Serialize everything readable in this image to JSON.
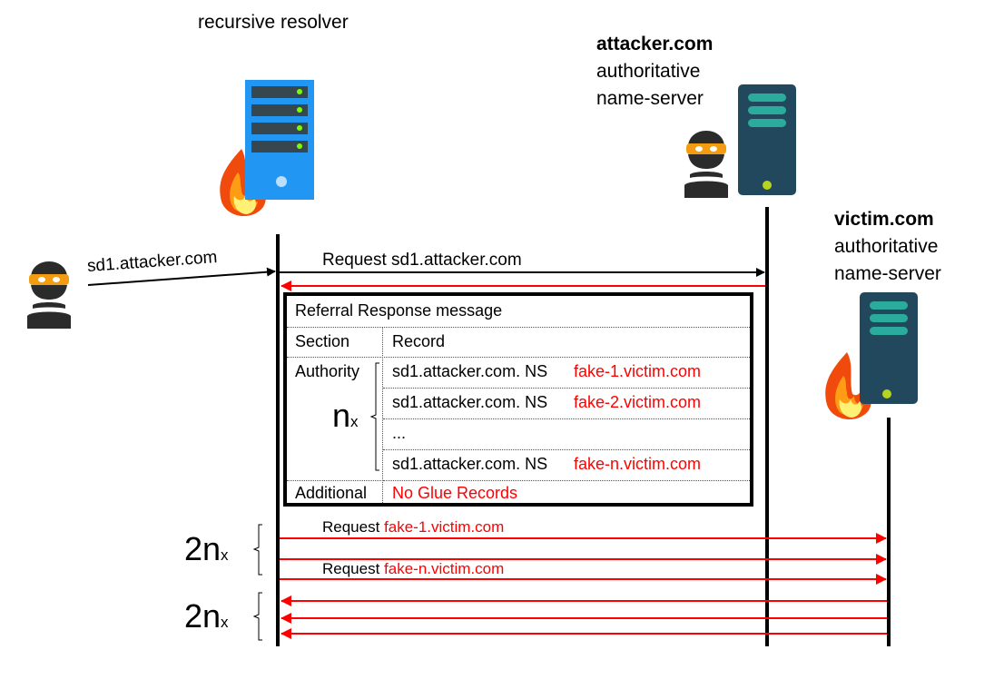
{
  "actors": {
    "resolver": {
      "label": "recursive resolver",
      "icon": "server-icon",
      "status_icon": "fire-icon"
    },
    "attacker_ns": {
      "label_bold": "attacker.com",
      "label_line2": "authoritative",
      "label_line3": "name-server",
      "icon": "server-icon",
      "owner_icon": "hacker-icon"
    },
    "victim_ns": {
      "label_bold": "victim.com",
      "label_line2": "authoritative",
      "label_line3": "name-server",
      "icon": "server-icon",
      "status_icon": "fire-icon"
    },
    "client": {
      "icon": "hacker-icon",
      "query_label": "sd1.attacker.com"
    }
  },
  "messages": {
    "request_attacker": "Request sd1.attacker.com",
    "request_fake1_prefix": "Request ",
    "request_fake1_target": "fake-1.victim.com",
    "request_faken_prefix": "Request ",
    "request_faken_target": "fake-n.victim.com"
  },
  "referral": {
    "title": "Referral Response message",
    "headers": {
      "section": "Section",
      "record": "Record"
    },
    "authority_label": "Authority",
    "multiplier": {
      "n": "n",
      "x": "x"
    },
    "records": [
      {
        "prefix": "sd1.attacker.com.  NS",
        "target": "fake-1.victim.com"
      },
      {
        "prefix": "sd1.attacker.com.  NS",
        "target": "fake-2.victim.com"
      },
      {
        "prefix": "...",
        "target": ""
      },
      {
        "prefix": "sd1.attacker.com.  NS",
        "target": "fake-n.victim.com"
      }
    ],
    "additional_label": "Additional",
    "additional_value": "No Glue Records"
  },
  "multipliers": {
    "requests": {
      "n": "2n",
      "x": "x"
    },
    "responses": {
      "n": "2n",
      "x": "x"
    }
  },
  "colors": {
    "attack": "#ff0000",
    "resolver_server": "#2196f3",
    "ns_server": "#22485e",
    "ns_led": "#2bab9c"
  }
}
